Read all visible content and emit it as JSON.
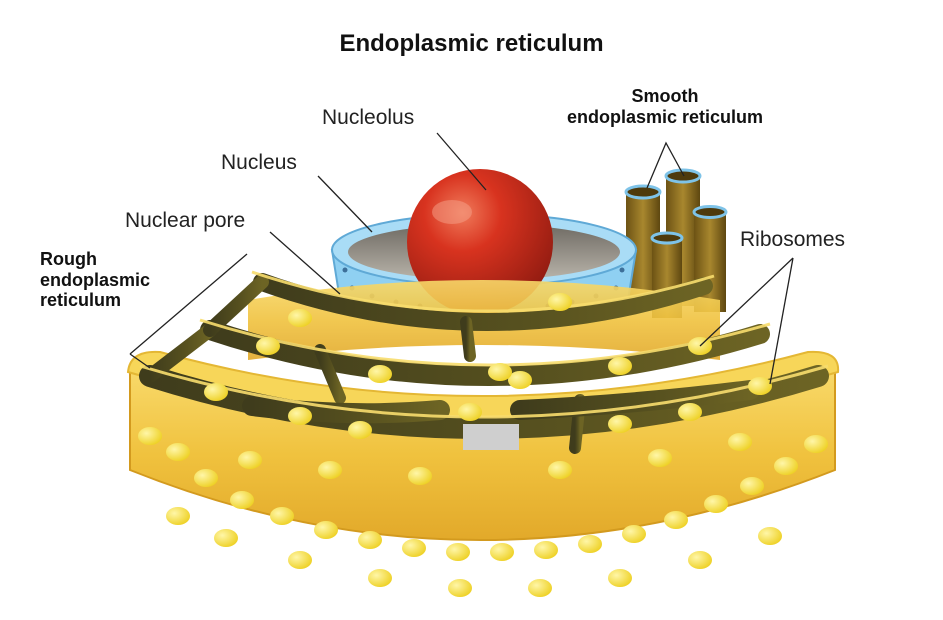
{
  "title": "Endoplasmic reticulum",
  "labels": {
    "nucleolus": "Nucleolus",
    "nucleus": "Nucleus",
    "nuclear_pore": "Nuclear pore",
    "smooth_er_line1": "Smooth",
    "smooth_er_line2": "endoplasmic reticulum",
    "rough_er_line1": "Rough",
    "rough_er_line2": "endoplasmic",
    "rough_er_line3": "reticulum",
    "ribosomes": "Ribosomes"
  },
  "colors": {
    "er_membrane": "#f2c94c",
    "er_lumen": "#4e4a22",
    "nucleolus": "#c8261c",
    "nuclear_envelope": "#8fd0f2",
    "smooth_er": "#8a6a1c",
    "ribosome": "#f7e23a"
  }
}
